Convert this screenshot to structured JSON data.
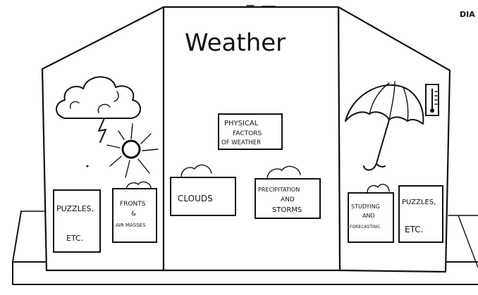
{
  "corner_label": "DIA",
  "center_panel": {
    "title": "Weather",
    "physical_factors_card": [
      "PHYSICAL",
      "FACTORS",
      "OF WEATHER"
    ],
    "clouds_card": "CLOUDS",
    "precipitation_card": [
      "PRECIPITATION",
      "AND",
      "STORMS"
    ]
  },
  "left_panel": {
    "puzzles_card": [
      "PUZZLES,",
      "ETC."
    ],
    "fronts_card": [
      "FRONTS",
      "&",
      "AIR MASSES"
    ]
  },
  "right_panel": {
    "studying_card": [
      "STUDYING",
      "AND",
      "FORECASTING"
    ],
    "puzzles_card": [
      "PUZZLES,",
      "ETC."
    ]
  },
  "icons": [
    "storm-cloud-icon",
    "lightning-icon",
    "sun-icon",
    "umbrella-icon",
    "thermometer-icon"
  ]
}
